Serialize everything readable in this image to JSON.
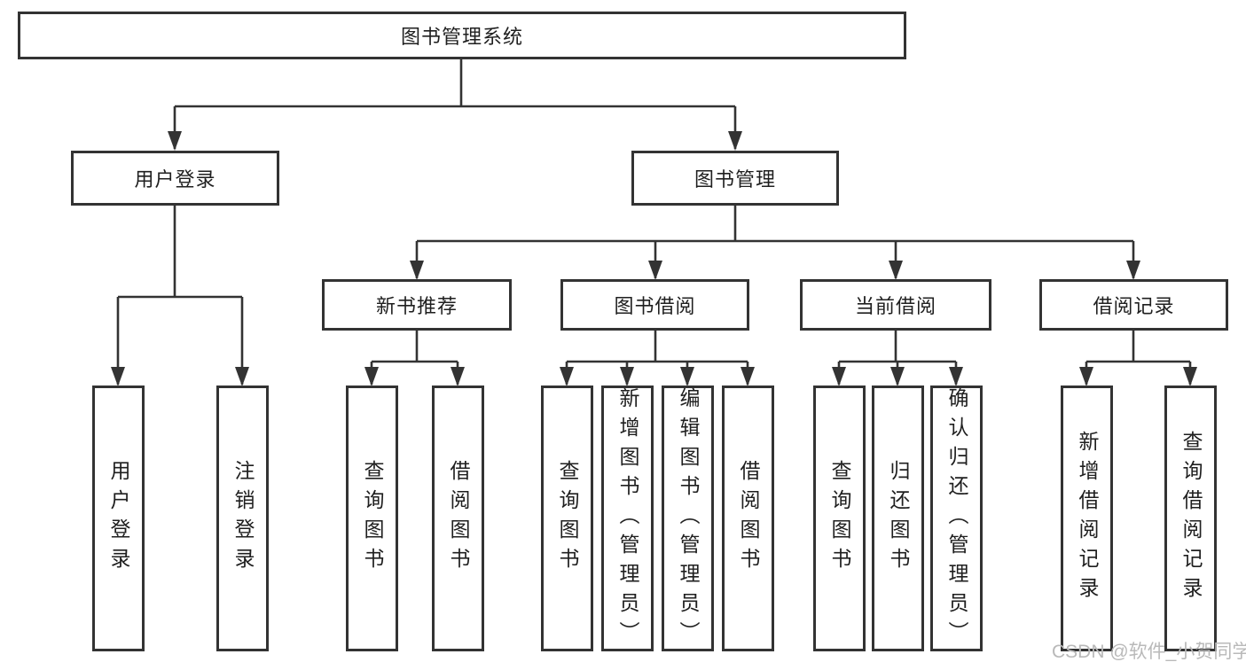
{
  "colors": {
    "line": "#333333",
    "box_border": "#333333",
    "text": "#1f1f1f",
    "watermark": "#b9b9b9",
    "background": "#ffffff"
  },
  "diagram": {
    "root": {
      "label": "图书管理系统"
    },
    "branches": {
      "user_login": {
        "label": "用户登录"
      },
      "book_management": {
        "label": "图书管理"
      }
    },
    "sections": {
      "new_book_recommend": {
        "label": "新书推荐"
      },
      "book_borrowing": {
        "label": "图书借阅"
      },
      "current_borrowing": {
        "label": "当前借阅"
      },
      "borrowing_records": {
        "label": "借阅记录"
      }
    },
    "leaves": {
      "user_login": {
        "label": "用户登录"
      },
      "logout": {
        "label": "注销登录"
      },
      "query_books_recommend": {
        "label": "查询图书"
      },
      "borrow_books_recommend": {
        "label": "借阅图书"
      },
      "query_books_borrowing": {
        "label": "查询图书"
      },
      "add_books_admin": {
        "label": "新增图书（管理员）"
      },
      "edit_books_admin": {
        "label": "编辑图书（管理员）"
      },
      "borrow_books_borrowing": {
        "label": "借阅图书"
      },
      "query_books_current": {
        "label": "查询图书"
      },
      "return_books": {
        "label": "归还图书"
      },
      "confirm_return_admin": {
        "label": "确认归还（管理员）"
      },
      "add_borrow_record": {
        "label": "新增借阅记录"
      },
      "query_borrow_record": {
        "label": "查询借阅记录"
      }
    }
  },
  "watermark": {
    "text": "CSDN @软件_小贺同学"
  }
}
